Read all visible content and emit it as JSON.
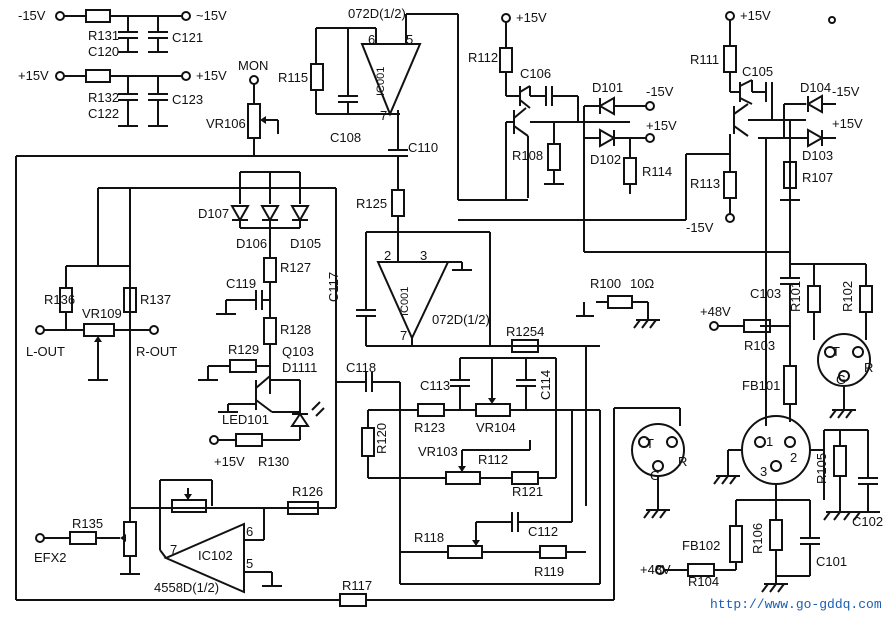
{
  "labels": {
    "neg15v_a": "-15V",
    "neg15v_b": "~15V",
    "pos15v_a": "+15V",
    "pos15v_b": "+15V",
    "r131": "R131",
    "c120": "C120",
    "c121": "C121",
    "r132": "R132",
    "c122": "C122",
    "c123": "C123",
    "mon": "MON",
    "vr106": "VR106",
    "r115": "R115",
    "c108": "C108",
    "c110": "C110",
    "ic001_top": "072D(1/2)",
    "ic001_top_name": "IC001",
    "pin6": "6",
    "pin5": "5",
    "pin7a": "7",
    "r125": "R125",
    "ic001_mid": "072D(1/2)",
    "ic001_mid_name": "IC001",
    "pin2": "2",
    "pin3": "3",
    "pin7b": "7",
    "c117": "C117",
    "c118": "C118",
    "d107": "D107",
    "d106": "D106",
    "d105": "D105",
    "r127": "R127",
    "c119": "C119",
    "r128": "R128",
    "r129": "R129",
    "q103": "Q103",
    "d1111": "D1111",
    "led101": "LED101",
    "pos15v_led": "+15V",
    "r130": "R130",
    "r136": "R136",
    "r137": "R137",
    "vr109": "VR109",
    "l_out": "L-OUT",
    "r_out": "R-OUT",
    "efx2": "EFX2",
    "r135": "R135",
    "ic102": "IC102",
    "ic102_part": "4558D(1/2)",
    "pin7c": "7",
    "pin6c": "6",
    "pin5c": "5",
    "r126": "R126",
    "r117": "R117",
    "r1254": "R1254",
    "c113": "C113",
    "c114": "C114",
    "r123": "R123",
    "vr104": "VR104",
    "r120": "R120",
    "vr103": "VR103",
    "r112b": "R112",
    "r121": "R121",
    "r118": "R118",
    "c112": "C112",
    "r119": "R119",
    "r100": "R100",
    "r100_val": "10Ω",
    "pos15v_q1": "+15V",
    "r112": "R112",
    "c106": "C106",
    "d101": "D101",
    "neg15v_d101": "-15V",
    "pos15v_d102": "+15V",
    "r108": "R108",
    "d102": "D102",
    "r114": "R114",
    "pos15v_q2": "+15V",
    "r111": "R111",
    "c105": "C105",
    "d104": "D104",
    "neg15v_d104": "-15V",
    "pos15v_d103": "+15V",
    "r113": "R113",
    "d103": "D103",
    "r107": "R107",
    "neg15v_r113": "-15V",
    "pos48v_a": "+48V",
    "r103": "R103",
    "c103": "C103",
    "r101": "R101",
    "r102": "R102",
    "jack_t1": "T",
    "jack_r1": "R",
    "jack_g1": "G",
    "fb101": "FB101",
    "xlr1": "1",
    "xlr2": "2",
    "xlr3": "3",
    "r105": "R105",
    "c102": "C102",
    "jack_t2": "T",
    "jack_r2": "R",
    "jack_g2": "G",
    "fb102": "FB102",
    "r106": "R106",
    "c101": "C101",
    "pos48v_b": "+48V",
    "r104": "R104",
    "url": "http://www.go-gddq.com"
  }
}
